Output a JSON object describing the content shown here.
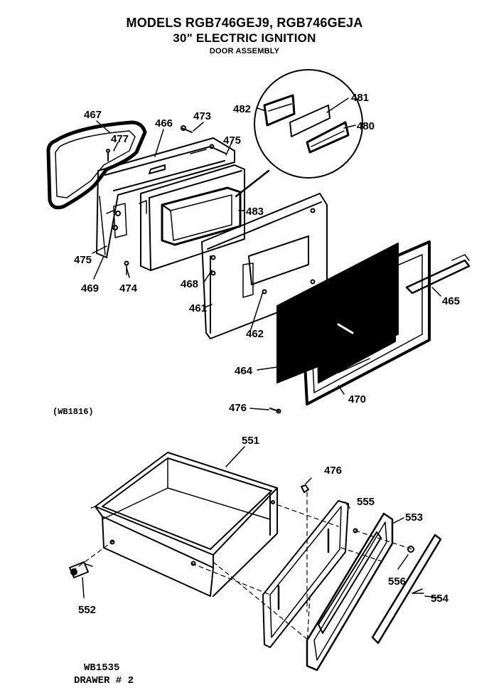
{
  "header": {
    "line1": "MODELS RGB746GEJ9, RGB746GEJA",
    "line2": "30\" ELECTRIC IGNITION",
    "line3": "DOOR ASSEMBLY"
  },
  "door_callouts": {
    "p467": "467",
    "p477": "477",
    "p466": "466",
    "p473": "473",
    "p475a": "475",
    "p482": "482",
    "p481": "481",
    "p480": "480",
    "p483": "483",
    "p475b": "475",
    "p469": "469",
    "p474": "474",
    "p468": "468",
    "p461": "461",
    "p462": "462",
    "p465": "465",
    "p464": "464",
    "p470": "470",
    "p476a": "476"
  },
  "door_code": "(WB1816)",
  "drawer_callouts": {
    "p551": "551",
    "p476b": "476",
    "p555": "555",
    "p553": "553",
    "p556": "556",
    "p554": "554",
    "p552": "552"
  },
  "drawer_code_1": "WB1535",
  "drawer_code_2": "DRAWER # 2"
}
